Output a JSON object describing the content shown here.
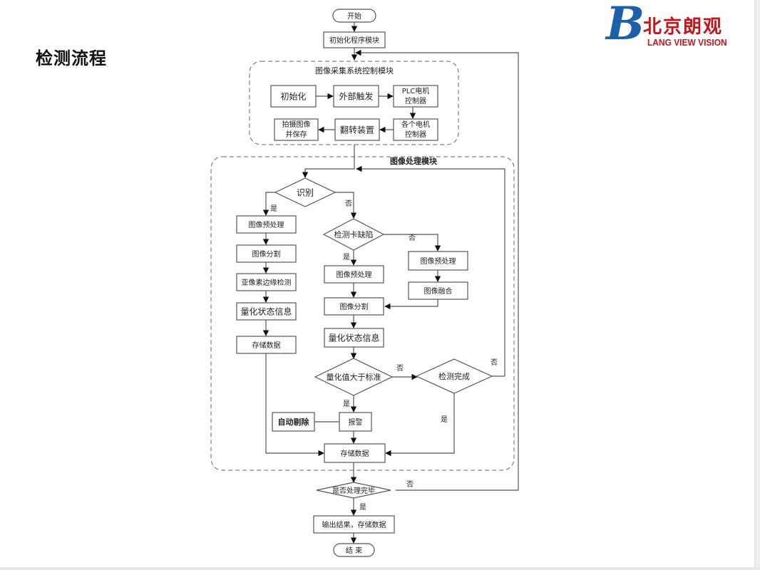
{
  "page": {
    "title": "检测流程"
  },
  "logo": {
    "mark": "B",
    "cn": "北京朗观",
    "en": "LANG VIEW VISION",
    "mark_color": "#1d5fa8",
    "text_color": "#c4161c"
  },
  "flow": {
    "start": "开始",
    "init_program": "初始化程序模块",
    "acq_module": {
      "title": "图像采集系统控制模块",
      "init": "初始化",
      "trigger": "外部触发",
      "plc": [
        "PLC电机",
        "控制器"
      ],
      "motors": [
        "各个电机",
        "控制器"
      ],
      "flip": "翻转装置",
      "capture": [
        "拍摄图像",
        "并保存"
      ]
    },
    "proc_module": {
      "title": "图像处理模块",
      "identify": "识别",
      "left": [
        "图像预处理",
        "图像分割",
        "亚像素边缘检测",
        "量化状态信息",
        "存储数据"
      ],
      "card_defect": "检测卡缺陷",
      "mid": [
        "图像预处理",
        "图像分割",
        "量化状态信息"
      ],
      "right": [
        "图像预处理",
        "图像融合"
      ],
      "compare": "量化值大于标准",
      "detect_done": "检测完成",
      "alarm": "报警",
      "auto_reject": "自动剔除",
      "store": "存储数据"
    },
    "all_done": "是否处理完毕",
    "output": "输出结果，存储数据",
    "end": "结 束",
    "yes": "是",
    "no": "否"
  }
}
